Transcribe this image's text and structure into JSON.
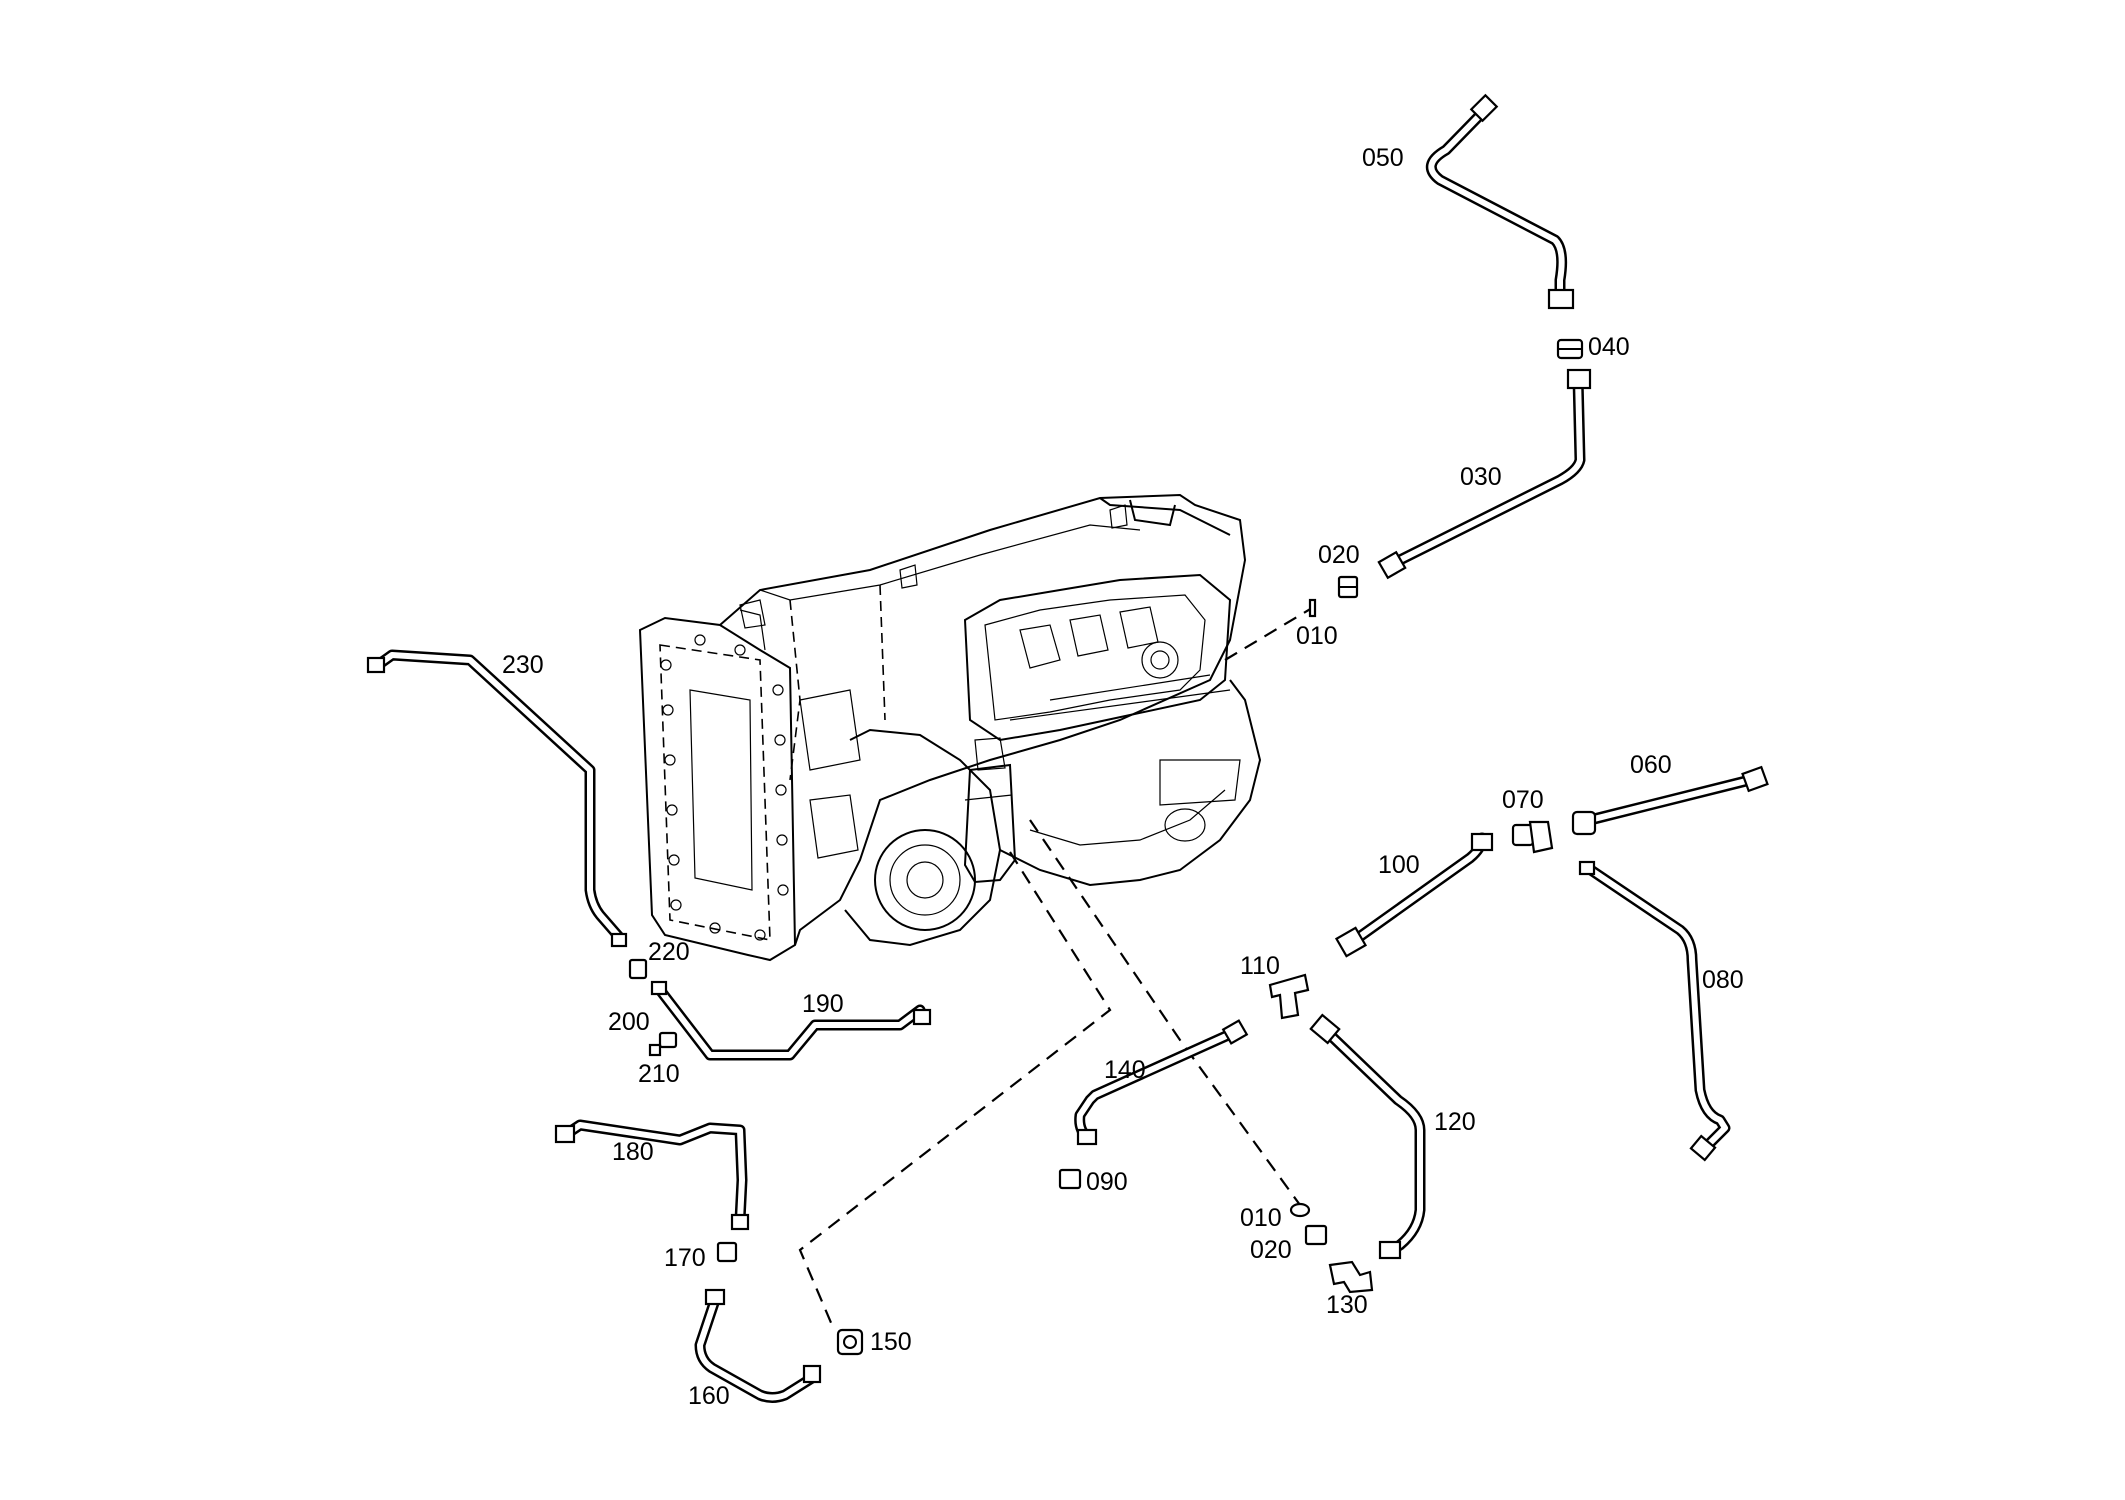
{
  "callouts": {
    "c050": "050",
    "c040": "040",
    "c030": "030",
    "c020a": "020",
    "c010a": "010",
    "c230": "230",
    "c060": "060",
    "c070": "070",
    "c100": "100",
    "c080": "080",
    "c110": "110",
    "c220": "220",
    "c190": "190",
    "c200": "200",
    "c210": "210",
    "c140": "140",
    "c120": "120",
    "c180": "180",
    "c090": "090",
    "c010b": "010",
    "c020b": "020",
    "c170": "170",
    "c130": "130",
    "c150": "150",
    "c160": "160"
  }
}
